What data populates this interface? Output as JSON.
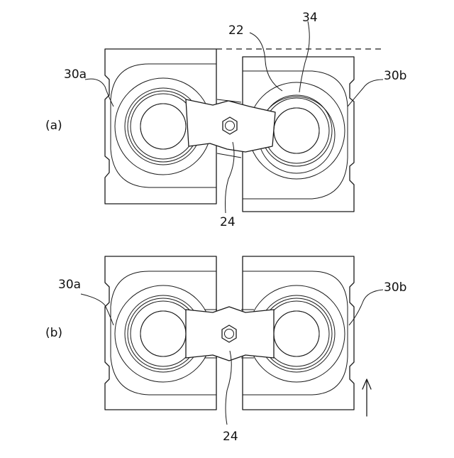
{
  "figure": {
    "panel_a": {
      "label": "(a)",
      "part_left": "30a",
      "part_right": "30b",
      "link": "24",
      "ring": "22",
      "pin": "34"
    },
    "panel_b": {
      "label": "(b)",
      "part_left": "30a",
      "part_right": "30b",
      "link": "24"
    }
  }
}
